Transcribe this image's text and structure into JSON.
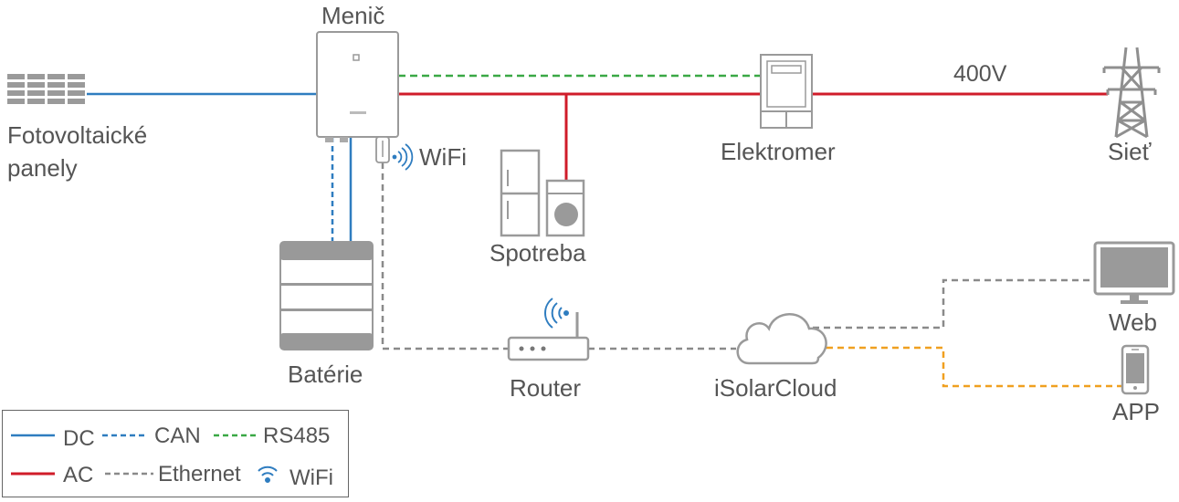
{
  "labels": {
    "inverter": "Menič",
    "pv_panels_line1": "Fotovoltaické",
    "pv_panels_line2": "panely",
    "wifi": "WiFi",
    "meter": "Elektromer",
    "voltage": "400V",
    "grid": "Sieť",
    "consumption": "Spotreba",
    "battery": "Batérie",
    "router": "Router",
    "cloud": "iSolarCloud",
    "web": "Web",
    "app": "APP"
  },
  "legend": {
    "dc": "DC",
    "can": "CAN",
    "rs485": "RS485",
    "ac": "AC",
    "ethernet": "Ethernet",
    "wifi": "WiFi"
  },
  "colors": {
    "dc": "#2f7dc0",
    "can": "#2f7dc0",
    "rs485": "#3aa845",
    "ac": "#d01c2a",
    "ethernet": "#8a8a8a",
    "app_link": "#f0a020",
    "wifi": "#2f7dc0"
  }
}
